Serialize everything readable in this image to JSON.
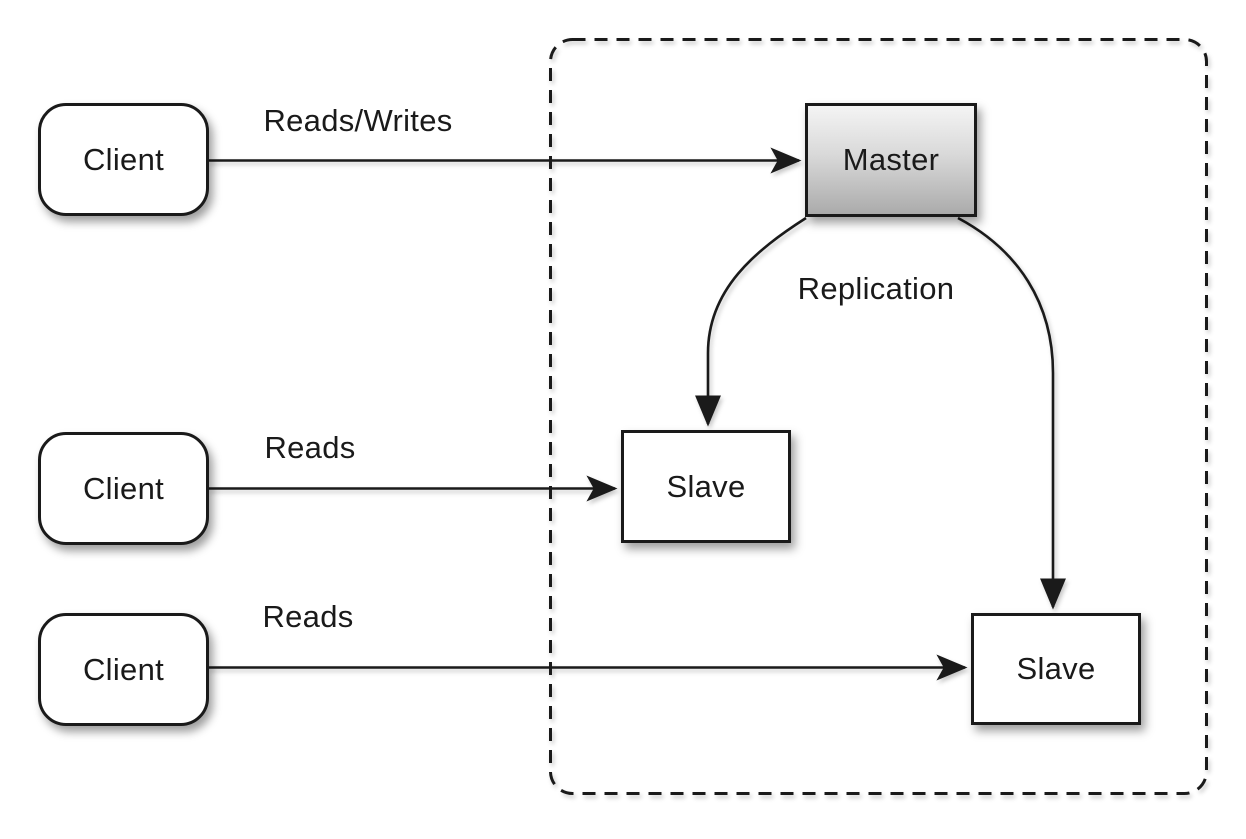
{
  "diagram": {
    "nodes": {
      "clients": [
        {
          "id": "client-1",
          "label": "Client"
        },
        {
          "id": "client-2",
          "label": "Client"
        },
        {
          "id": "client-3",
          "label": "Client"
        }
      ],
      "master": {
        "id": "master",
        "label": "Master"
      },
      "slaves": [
        {
          "id": "slave-1",
          "label": "Slave"
        },
        {
          "id": "slave-2",
          "label": "Slave"
        }
      ]
    },
    "edges": [
      {
        "from": "client-1",
        "to": "master",
        "label": "Reads/Writes"
      },
      {
        "from": "client-2",
        "to": "slave-1",
        "label": "Reads"
      },
      {
        "from": "client-3",
        "to": "slave-2",
        "label": "Reads"
      },
      {
        "from": "master",
        "to": "slave-1",
        "label": "Replication"
      },
      {
        "from": "master",
        "to": "slave-2"
      }
    ],
    "boundary": {
      "purpose": "replication-cluster",
      "style": "dashed-rounded-rectangle"
    },
    "colors": {
      "background": "#ffffff",
      "line": "#1a1a1a",
      "box_border": "#1a1a1a",
      "box_fill": "#ffffff",
      "master_fill_top": "#f4f4f4",
      "master_fill_bottom": "#ababab",
      "text": "#1a1a1a"
    }
  }
}
